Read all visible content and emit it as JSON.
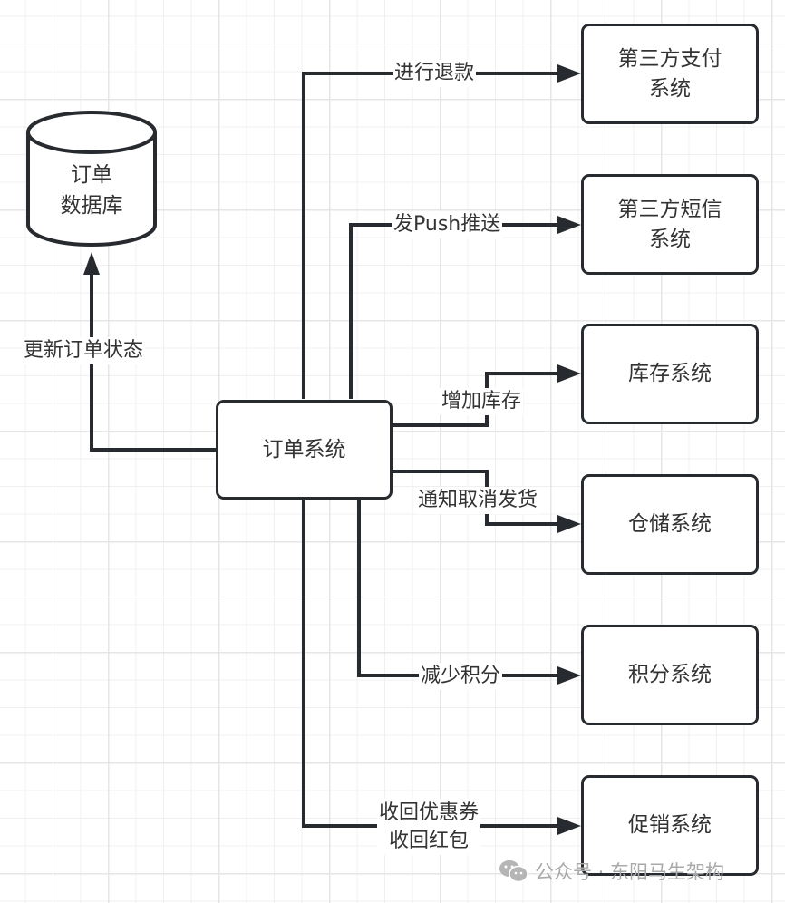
{
  "diagram": {
    "central": {
      "label": "订单系统"
    },
    "database": {
      "lines": [
        "订单",
        "数据库"
      ]
    },
    "targets": [
      {
        "lines": [
          "第三方支付",
          "系统"
        ]
      },
      {
        "lines": [
          "第三方短信",
          "系统"
        ]
      },
      {
        "lines": [
          "库存系统"
        ]
      },
      {
        "lines": [
          "仓储系统"
        ]
      },
      {
        "lines": [
          "积分系统"
        ]
      },
      {
        "lines": [
          "促销系统"
        ]
      }
    ],
    "edges": [
      {
        "from": "订单系统",
        "to": "订单数据库",
        "label": "更新订单状态"
      },
      {
        "from": "订单系统",
        "to": "第三方支付系统",
        "label": "进行退款"
      },
      {
        "from": "订单系统",
        "to": "第三方短信系统",
        "label": "发Push推送"
      },
      {
        "from": "订单系统",
        "to": "库存系统",
        "label": "增加库存"
      },
      {
        "from": "订单系统",
        "to": "仓储系统",
        "label": "通知取消发货"
      },
      {
        "from": "订单系统",
        "to": "积分系统",
        "label": "减少积分"
      },
      {
        "from": "订单系统",
        "to": "促销系统",
        "label_lines": [
          "收回优惠券",
          "收回红包"
        ]
      }
    ]
  },
  "watermark": {
    "text": "公众号 · 东阳马生架构",
    "icon": "wechat-icon"
  },
  "colors": {
    "stroke": "#272b2f",
    "text": "#333333",
    "grid": "#e6e6e6",
    "watermark": "#a9a9a9"
  }
}
